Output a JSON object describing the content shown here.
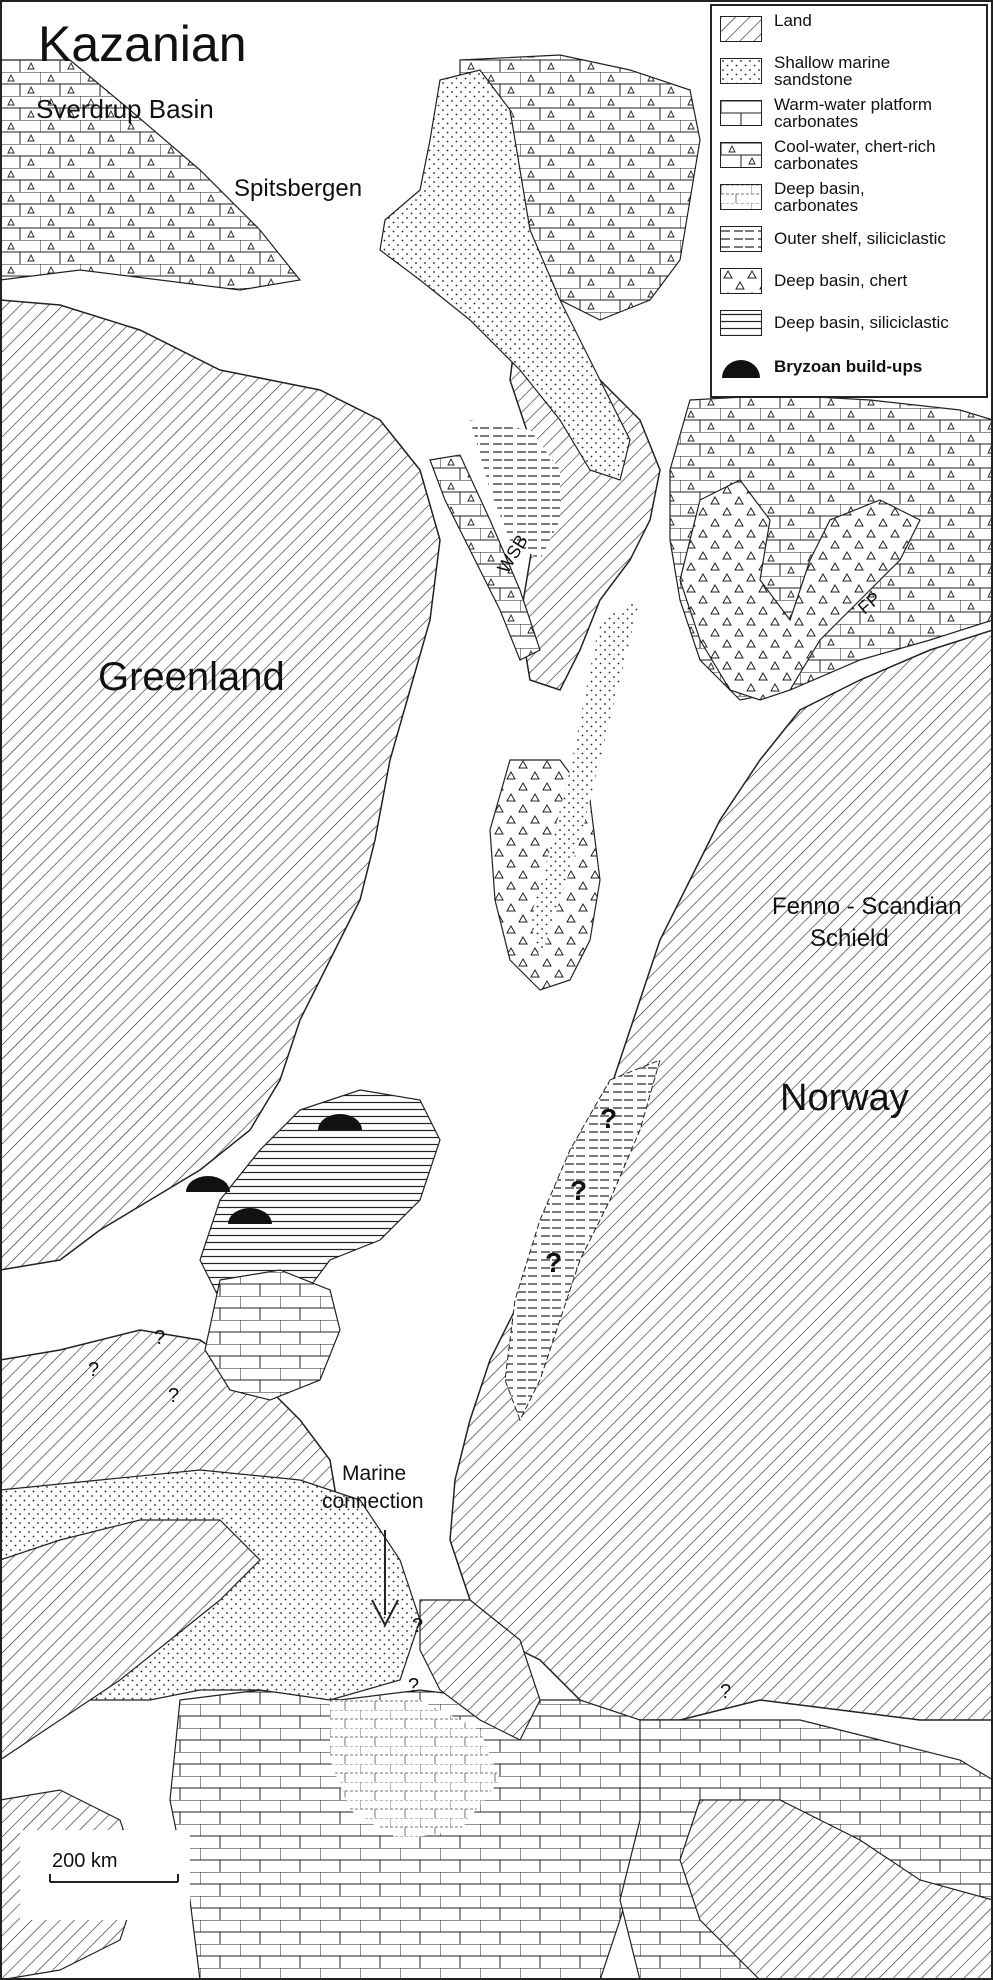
{
  "map": {
    "title": "Kazanian",
    "scale_label": "200 km",
    "place_labels": {
      "sverdrup": "Sverdrup Basin",
      "spitsbergen": "Spitsbergen",
      "greenland": "Greenland",
      "fenno_line1": "Fenno - Scandian",
      "fenno_line2": "Schield",
      "norway": "Norway",
      "wsb": "WSB",
      "fp": "FP",
      "marine_line1": "Marine",
      "marine_line2": "connection",
      "question": "?"
    }
  },
  "legend": {
    "items": [
      {
        "label_lines": [
          "Land"
        ],
        "pattern": "land-hatch"
      },
      {
        "label_lines": [
          "Shallow marine",
          "sandstone"
        ],
        "pattern": "sandstone-dots"
      },
      {
        "label_lines": [
          "Warm-water platform",
          "carbonates"
        ],
        "pattern": "warm-carbonate-brick"
      },
      {
        "label_lines": [
          "Cool-water, chert-rich",
          "carbonates"
        ],
        "pattern": "cool-carbonate-brick-triangle"
      },
      {
        "label_lines": [
          "Deep basin,",
          "carbonates"
        ],
        "pattern": "deep-carbonate-brick"
      },
      {
        "label_lines": [
          "Outer shelf, siliciclastic"
        ],
        "pattern": "dashed-lines"
      },
      {
        "label_lines": [
          "Deep basin, chert"
        ],
        "pattern": "chert-triangles"
      },
      {
        "label_lines": [
          "Deep basin, siliciclastic"
        ],
        "pattern": "horizontal-lines"
      },
      {
        "label_lines": [
          "Bryzoan build-ups"
        ],
        "pattern": "bryozoan-dome"
      }
    ]
  },
  "colors": {
    "ink": "#111111",
    "paper": "#ffffff"
  }
}
